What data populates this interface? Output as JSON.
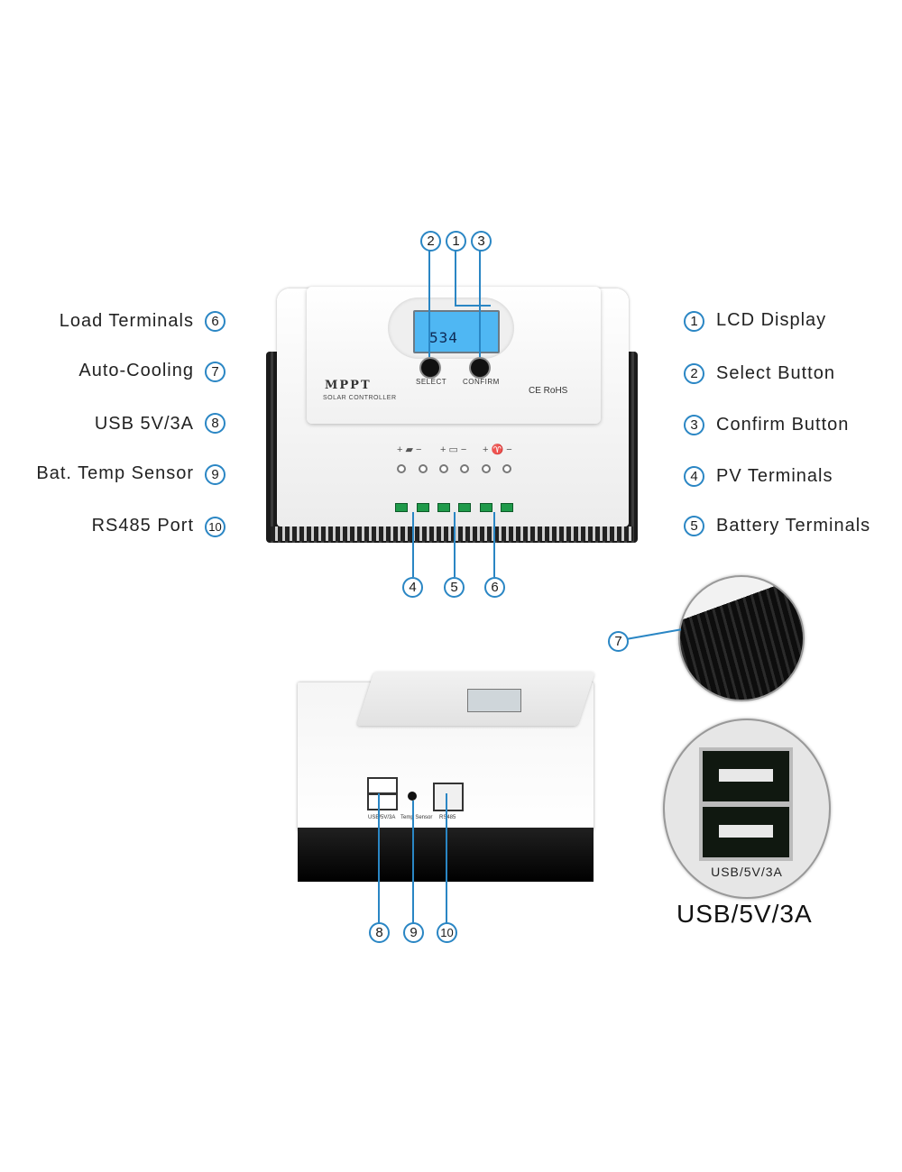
{
  "left_labels": [
    {
      "text": "Load  Terminals",
      "num": "6"
    },
    {
      "text": "Auto-Cooling",
      "num": "7"
    },
    {
      "text": "USB  5V/3A",
      "num": "8"
    },
    {
      "text": "Bat. Temp Sensor",
      "num": "9"
    },
    {
      "text": "RS485  Port",
      "num": "10"
    }
  ],
  "right_labels": [
    {
      "text": "LCD  Display",
      "num": "1"
    },
    {
      "text": "Select  Button",
      "num": "2"
    },
    {
      "text": "Confirm  Button",
      "num": "3"
    },
    {
      "text": "PV  Terminals",
      "num": "4"
    },
    {
      "text": "Battery  Terminals",
      "num": "5"
    }
  ],
  "top_callouts": [
    "2",
    "1",
    "3"
  ],
  "bottom_callouts_top_device": [
    "4",
    "5",
    "6"
  ],
  "bottom_callouts_side_device": [
    "8",
    "9",
    "10"
  ],
  "zoom_callout": "7",
  "device": {
    "lcd_reading": "534",
    "select_label": "SELECT",
    "confirm_label": "CONFIRM",
    "brand": "MPPT",
    "brand_sub": "SOLAR CONTROLLER",
    "cert": "CE RoHS",
    "terminal_symbols": [
      "+ ▰ −",
      "+ ▭ −",
      "+ ♈ −"
    ]
  },
  "side_ports": {
    "usb": "USB/5V/3A",
    "temp": "Temp Sensor",
    "rs485": "RS485"
  },
  "zoom_usb_label": "USB/5V/3A",
  "big_caption": "USB/5V/3A",
  "colors": {
    "accent": "#2a86c4",
    "lcd": "#4fb7f3",
    "terminal": "#1f9a4a"
  }
}
